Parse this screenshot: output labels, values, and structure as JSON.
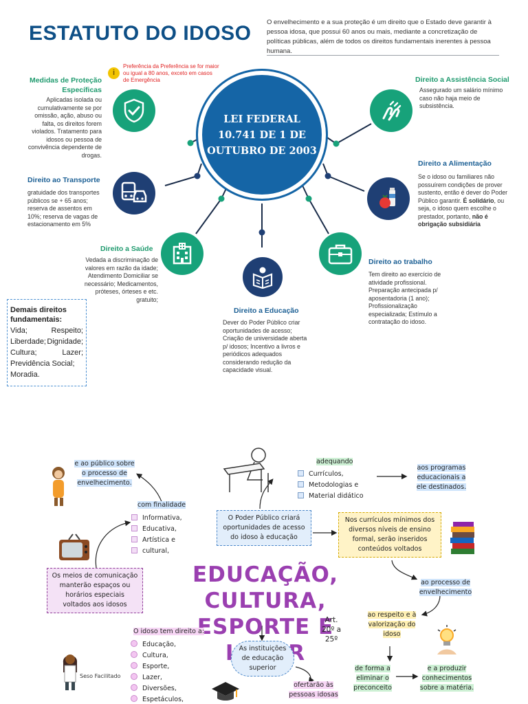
{
  "header": {
    "title": "ESTATUTO DO IDOSO",
    "intro": "O envelhecimento e a sua proteção é um direito que o Estado deve garantir à pessoa idosa, que possui 60 anos ou mais, mediante a concretização de políticas públicas, além de todos os direitos fundamentais inerentes à pessoa humana."
  },
  "alert": {
    "icon": "i",
    "text": "Preferência da Preferência se for maior ou igual a 80 anos, exceto em casos de Emergência"
  },
  "center": {
    "label": "LEI FEDERAL 10.741 DE 1 DE OUTUBRO DE 2003"
  },
  "sections": {
    "medidas": {
      "title": "Medidas de Proteção Específicas",
      "text": "Aplicadas isolada ou cumulativamente se por omissão, ação, abuso ou falta, os direitos forem violados. Tratamento para idosos ou pessoa de convivência dependente de drogas."
    },
    "transporte": {
      "title": "Direito ao Transporte",
      "text": "gratuidade dos transportes públicos se + 65 anos; reserva de assentos em 10%; reserva de vagas de estacionamento em 5%"
    },
    "saude": {
      "title": "Direito a Saúde",
      "text": "Vedada a discriminação de valores em razão da idade; Atendimento Domiciliar se necessário; Medicamentos, próteses, órteses e etc. gratuito;"
    },
    "educacao": {
      "title": "Direito a Educação",
      "text": "Dever do Poder Público criar oportunidades de acesso; Criação de universidade aberta p/ idosos; Incentivo a livros e periódicos adequados considerando redução da capacidade visual."
    },
    "trabalho": {
      "title": "Direito ao trabalho",
      "text": "Tem direito ao exercício de atividade profissional. Preparação antecipada p/ aposentadoria (1 ano); Profissionalização especializada; Estímulo a contratação do idoso."
    },
    "alimentacao": {
      "title": "Direito a Alimentação",
      "text": "Se o idoso ou familiares não possuírem condições de prover sustento, então é dever do Poder Público garantir.",
      "bold1": "É solidário",
      "text2": ", ou seja, o idoso quem escolhe o prestador, portanto,",
      "bold2": "não é obrigação subsidiária"
    },
    "assistencia": {
      "title": "Direito a Assistência Social",
      "text": "Assegurado um salário mínimo caso não haja meio de subsistência."
    }
  },
  "demais": {
    "title": "Demais direitos fundamentais:",
    "rows": [
      [
        "Vida;",
        "Respeito;"
      ],
      [
        "Liberdade;",
        "Dignidade;"
      ],
      [
        "Cultura;",
        "Lazer;"
      ],
      [
        "Previdência Social;",
        ""
      ],
      [
        "Moradia.",
        ""
      ]
    ]
  },
  "bottom": {
    "main_title": "EDUCAÇÃO, CULTURA, ESPORTE E LAZER",
    "art": "Art. 20º a 25º",
    "publico": "e ao público sobre o processo de envelhecimento.",
    "finalidade_title": "com finalidade",
    "finalidade_items": [
      "Informativa,",
      "Educativa,",
      "Artística e",
      "cultural,"
    ],
    "meios": "Os meios de comunicação manterão espaços ou horários especiais voltados aos idosos",
    "idoso_direito_title": "O idoso tem direito a:",
    "idoso_direito_items": [
      "Educação,",
      "Cultura,",
      "Esporte,",
      "Lazer,",
      "Diversões,",
      "Espetáculos,"
    ],
    "signature": "Seso Facilitado",
    "poder_publico": "O Poder Público criará oportunidades de acesso do idoso à educação",
    "adequando_title": "adequando",
    "adequando_items": [
      "Currículos,",
      "Metodologias e",
      "Material didático"
    ],
    "programas": "aos programas educacionais a ele destinados.",
    "curriculos": "Nos currículos mínimos dos diversos níveis de ensino formal, serão inseridos conteúdos voltados",
    "processo": "ao processo de envelhecimento",
    "respeito": "ao respeito e à valorização do idoso",
    "eliminar": "de forma a eliminar o preconceito",
    "produzir": "e a produzir conhecimentos sobre a matéria.",
    "instituicoes": "As instituições de educação superior",
    "ofertarao": "ofertarão às pessoas idosas"
  }
}
